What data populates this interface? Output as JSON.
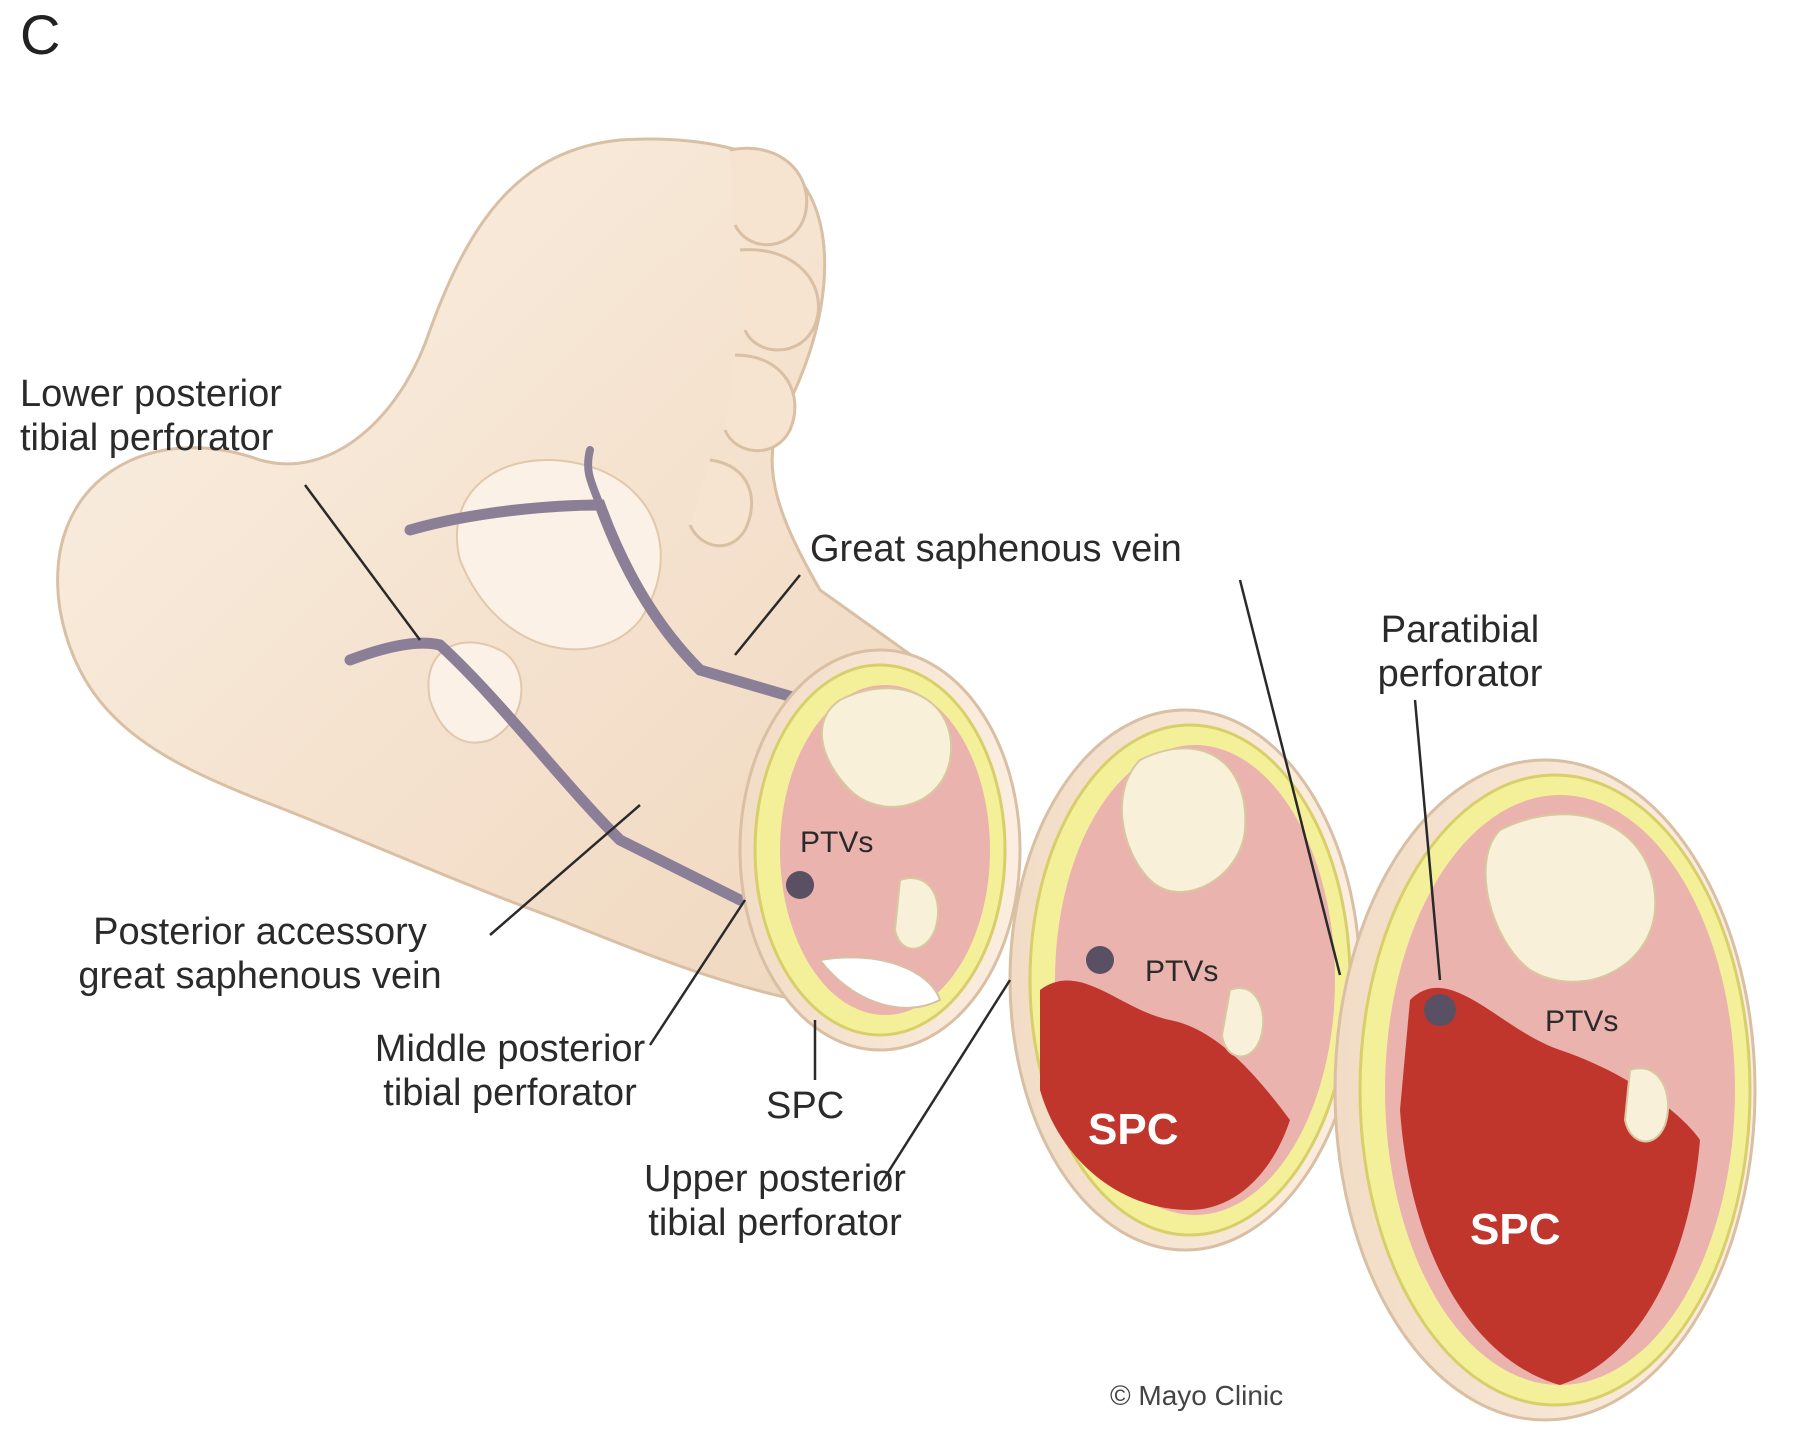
{
  "panel_label": "C",
  "labels": {
    "lower_ptp_line1": "Lower posterior",
    "lower_ptp_line2": "tibial perforator",
    "gsv": "Great saphenous vein",
    "paratibial_line1": "Paratibial",
    "paratibial_line2": "perforator",
    "pagsv_line1": "Posterior accessory",
    "pagsv_line2": "great saphenous vein",
    "middle_ptp_line1": "Middle posterior",
    "middle_ptp_line2": "tibial perforator",
    "spc": "SPC",
    "upper_ptp_line1": "Upper posterior",
    "upper_ptp_line2": "tibial perforator",
    "ptvs": "PTVs",
    "spc_section2": "SPC",
    "spc_section3": "SPC"
  },
  "credit": "© Mayo Clinic",
  "colors": {
    "skin": "#f7e6d3",
    "skin_shadow": "#e8cdb2",
    "fat_layer": "#f4f09a",
    "muscle": "#eab3ae",
    "spc_red": "#c0362c",
    "bone": "#f8f0d8",
    "vein": "#8b7f97"
  }
}
